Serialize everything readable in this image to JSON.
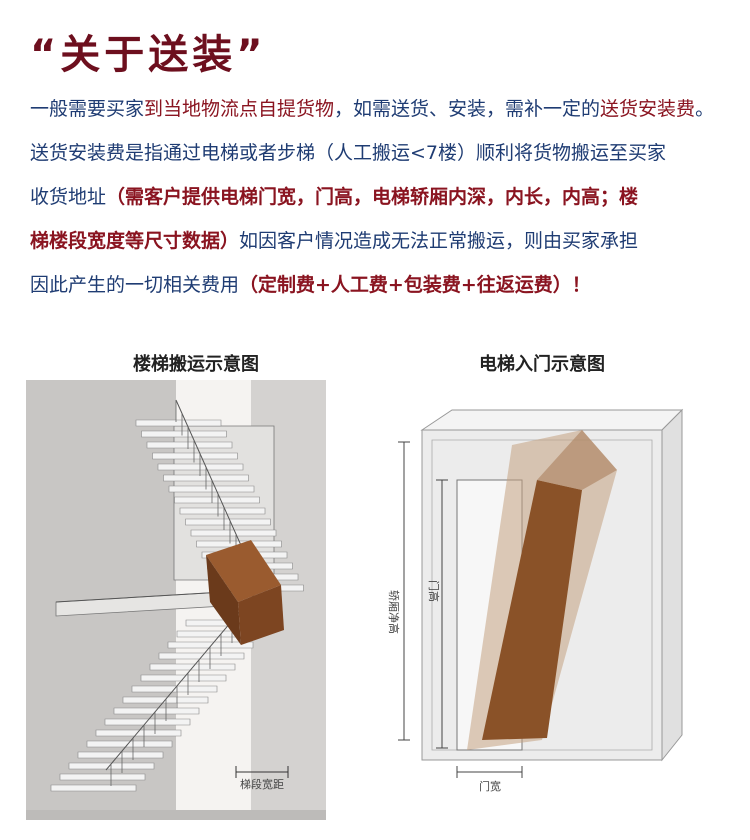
{
  "title": "“关于送装”",
  "lines": [
    [
      {
        "text": "一般需要买家",
        "hl": false
      },
      {
        "text": "到当地物流点自提货物",
        "hl": true
      },
      {
        "text": "，如需送货、安装，需补一定的",
        "hl": false
      },
      {
        "text": "送货安装费",
        "hl": true
      },
      {
        "text": "。",
        "hl": false
      }
    ],
    [
      {
        "text": "送货安装费是指通过电梯或者步梯（人工搬运<7楼）顺利将货物搬运至买家",
        "hl": false
      }
    ],
    [
      {
        "text": "收货地址",
        "hl": false
      },
      {
        "text": "（需客户提供电梯门宽，门高，电梯轿厢内深，内长，内高；楼",
        "hl": true,
        "bold": true
      }
    ],
    [
      {
        "text": "梯楼段宽度等尺寸数据）",
        "hl": true,
        "bold": true
      },
      {
        "text": "如因客户情况造成无法正常搬运，则由买家承担",
        "hl": false
      }
    ],
    [
      {
        "text": "因此产生的一切相关费用",
        "hl": false
      },
      {
        "text": "（定制费+人工费+包装费+往返运费）！",
        "hl": true,
        "bold": true
      }
    ]
  ],
  "diagrams": {
    "stair": {
      "title": "楼梯搬运示意图",
      "dim_label": "梯段宽距"
    },
    "elevator": {
      "title": "电梯入门示意图",
      "height_label": "轿厢净高",
      "door_height_label": "门高",
      "door_width_label": "门宽"
    }
  },
  "colors": {
    "title": "#6d0f1e",
    "body_text": "#1f3c73",
    "highlight": "#8a1420",
    "box": "#7a4a26"
  }
}
